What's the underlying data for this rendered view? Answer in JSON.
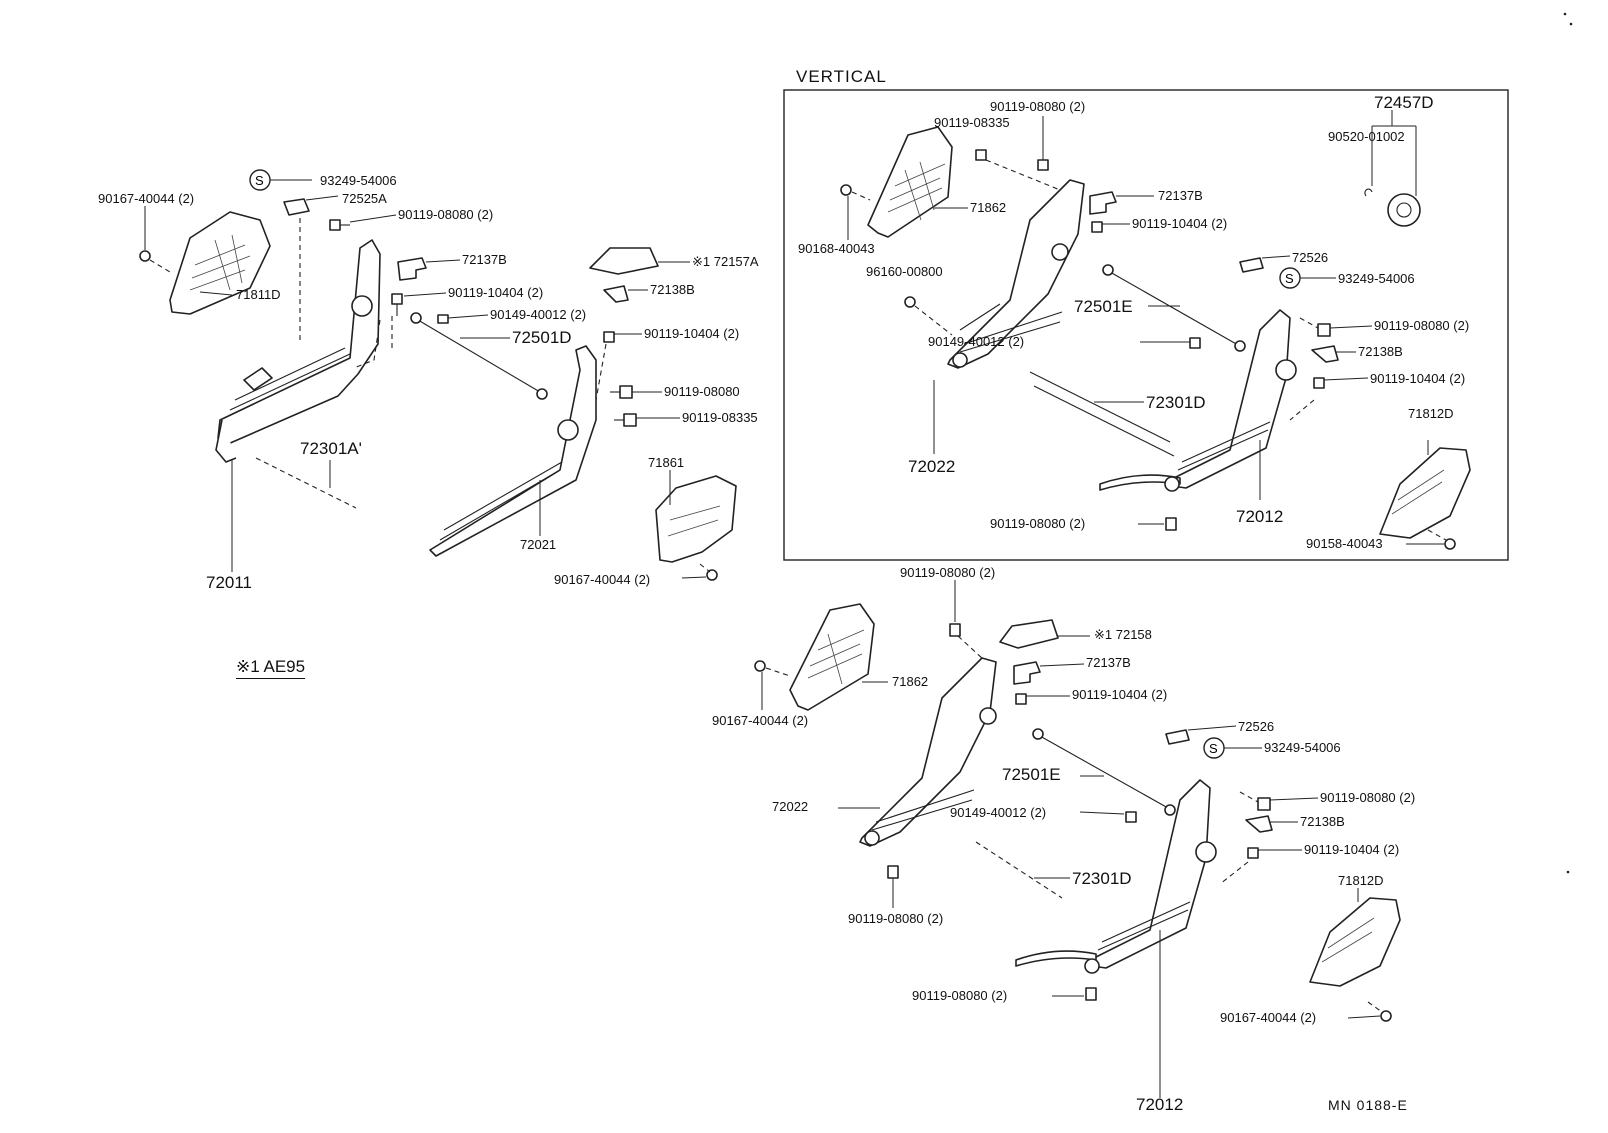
{
  "sections": {
    "vertical_title": "VERTICAL",
    "note": "※1 AE95",
    "doc_code": "MN 0188-E"
  },
  "left": {
    "p_93249_54006": "93249-54006",
    "p_72525A": "72525A",
    "p_90119_08080_2": "90119-08080 (2)",
    "p_90167_40044_2_top": "90167-40044 (2)",
    "p_72137B": "72137B",
    "p_72157A": "※1  72157A",
    "p_72138B": "72138B",
    "p_71811D": "71811D",
    "p_90119_10404_2": "90119-10404 (2)",
    "p_90149_40012_2": "90149-40012 (2)",
    "p_72501D": "72501D",
    "p_90119_10404_2_b": "90119-10404 (2)",
    "p_90119_08080": "90119-08080",
    "p_90119_08335": "90119-08335",
    "p_72301A": "72301A'",
    "p_71861": "71861",
    "p_72021": "72021",
    "p_72011": "72011",
    "p_90167_40044_2_bot": "90167-40044 (2)"
  },
  "vertical": {
    "p_90119_08080_2_top": "90119-08080 (2)",
    "p_72457D": "72457D",
    "p_90119_08335": "90119-08335",
    "p_90520_01002": "90520-01002",
    "p_72137B": "72137B",
    "p_71862": "71862",
    "p_90119_10404_2": "90119-10404 (2)",
    "p_90168_40043": "90168-40043",
    "p_72526": "72526",
    "p_96160_00800": "96160-00800",
    "p_93249_54006": "93249-54006",
    "p_72501E": "72501E",
    "p_90149_40012_2": "90149-40012 (2)",
    "p_90119_08080_2_r": "90119-08080 (2)",
    "p_72138B": "72138B",
    "p_90119_10404_2_r": "90119-10404 (2)",
    "p_72301D": "72301D",
    "p_71812D": "71812D",
    "p_72022": "72022",
    "p_72012": "72012",
    "p_90119_08080_2_bot": "90119-08080 (2)",
    "p_90158_40043": "90158-40043"
  },
  "lower": {
    "p_90119_08080_2_top": "90119-08080 (2)",
    "p_72158": "※1  72158",
    "p_72137B": "72137B",
    "p_71862": "71862",
    "p_90119_10404_2": "90119-10404 (2)",
    "p_90167_40044_2_l": "90167-40044 (2)",
    "p_72526": "72526",
    "p_93249_54006": "93249-54006",
    "p_72501E": "72501E",
    "p_72022": "72022",
    "p_90149_40012_2": "90149-40012 (2)",
    "p_90119_08080_2_r": "90119-08080 (2)",
    "p_72138B": "72138B",
    "p_90119_10404_2_r": "90119-10404 (2)",
    "p_72301D": "72301D",
    "p_71812D": "71812D",
    "p_90119_08080_2_mid": "90119-08080 (2)",
    "p_90119_08080_2_bot": "90119-08080 (2)",
    "p_90167_40044_2_r": "90167-40044 (2)",
    "p_72012": "72012"
  }
}
